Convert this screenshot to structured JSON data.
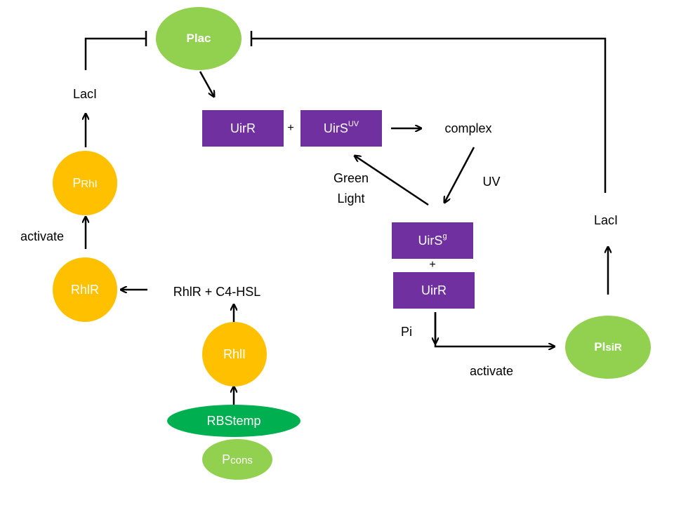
{
  "nodes": {
    "plac": "Plac",
    "prhl_main": "P",
    "prhl_sub": "RhI",
    "rhlr": "RhlR",
    "rhli": "RhlI",
    "rbstemp": "RBStemp",
    "pcons_main": "P",
    "pcons_sub": "cons",
    "uirr_top": "UirR",
    "uirs_uv_main": "UirS",
    "uirs_uv_sup": "UV",
    "uirs_g_main": "UirS",
    "uirs_g_sup": "g",
    "uirr_bottom": "UirR",
    "plsir_main": "Pl",
    "plsir_sub": "siR"
  },
  "labels": {
    "laci_left": "LacI",
    "laci_right": "LacI",
    "activate_left": "activate",
    "activate_bottom": "activate",
    "rhlr_c4hsl": "RhlR + C4-HSL",
    "complex": "complex",
    "uv": "UV",
    "green_light_line1": "Green",
    "green_light_line2": "Light",
    "pi": "Pi",
    "plus_top": "+",
    "plus_mid": "+"
  },
  "colors": {
    "light_green": "#92d050",
    "dark_green": "#00b050",
    "orange": "#ffc000",
    "purple": "#7030a0"
  }
}
